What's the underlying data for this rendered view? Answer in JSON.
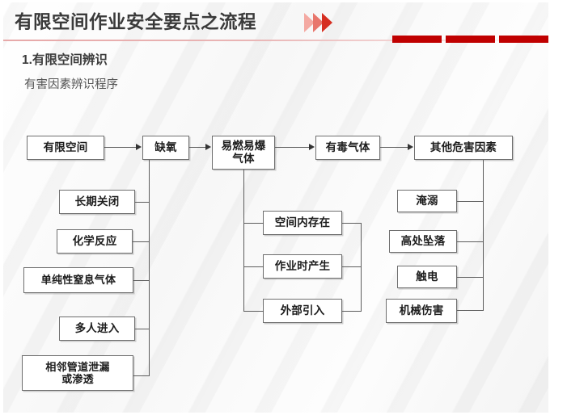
{
  "header": {
    "title": "有限空间作业安全要点之流程",
    "chevron_icon": "triple-chevron-right-icon",
    "accent_color": "#c00000",
    "rule_color": "#e7a9a9",
    "blocks": 3
  },
  "section": {
    "number_title": "1.有限空间辨识",
    "subtitle": "有害因素辨识程序"
  },
  "flow": {
    "main_chain": [
      {
        "id": "confined-space",
        "label": "有限空间"
      },
      {
        "id": "oxygen-deficiency",
        "label": "缺氧"
      },
      {
        "id": "flammable-explosive-gas",
        "label": "易燃易爆\n气体"
      },
      {
        "id": "toxic-gas",
        "label": "有毒气体"
      },
      {
        "id": "other-hazards",
        "label": "其他危害因素"
      }
    ],
    "oxygen_causes": [
      {
        "id": "long-term-closure",
        "label": "长期关闭"
      },
      {
        "id": "chemical-reaction",
        "label": "化学反应"
      },
      {
        "id": "simple-asphyxiant-gas",
        "label": "单纯性窒息气体"
      },
      {
        "id": "multiple-people-entry",
        "label": "多人进入"
      },
      {
        "id": "adjacent-pipe-leak",
        "label": "相邻管道泄漏\n或渗透"
      }
    ],
    "gas_sources": [
      {
        "id": "existing-in-space",
        "label": "空间内存在"
      },
      {
        "id": "generated-during-work",
        "label": "作业时产生"
      },
      {
        "id": "externally-introduced",
        "label": "外部引入"
      }
    ],
    "other_hazard_items": [
      {
        "id": "drowning",
        "label": "淹溺"
      },
      {
        "id": "fall-from-height",
        "label": "高处坠落"
      },
      {
        "id": "electric-shock",
        "label": "触电"
      },
      {
        "id": "mechanical-injury",
        "label": "机械伤害"
      }
    ]
  }
}
